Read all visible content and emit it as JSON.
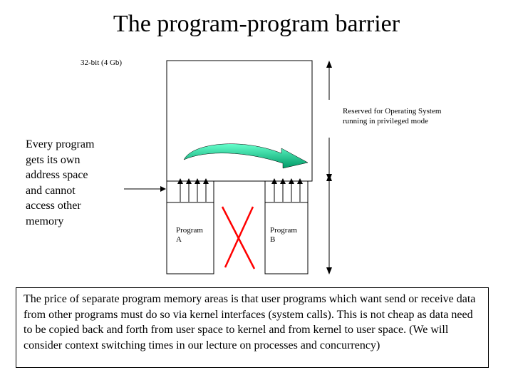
{
  "title": "The program-program barrier",
  "address_label": "32-bit (4 Gb)",
  "reserved_label": "Reserved for Operating System\nrunning in privileged mode",
  "left_description": "Every program\ngets its own\naddress space\nand cannot\naccess other\nmemory",
  "program_a_label": "Program\nA",
  "program_b_label": "Program\nB",
  "bottom_text": "The price of separate program memory areas is that user programs which want send or receive data from other programs must do so via kernel interfaces (system calls). This is not cheap as data need to be copied back and forth from user space to kernel and from kernel to user space. (We will consider context switching times in our lecture on processes and concurrency)",
  "colors": {
    "arrow_fill_light": "#66ffcc",
    "arrow_fill_dark": "#009966",
    "cross": "#ff0000"
  }
}
